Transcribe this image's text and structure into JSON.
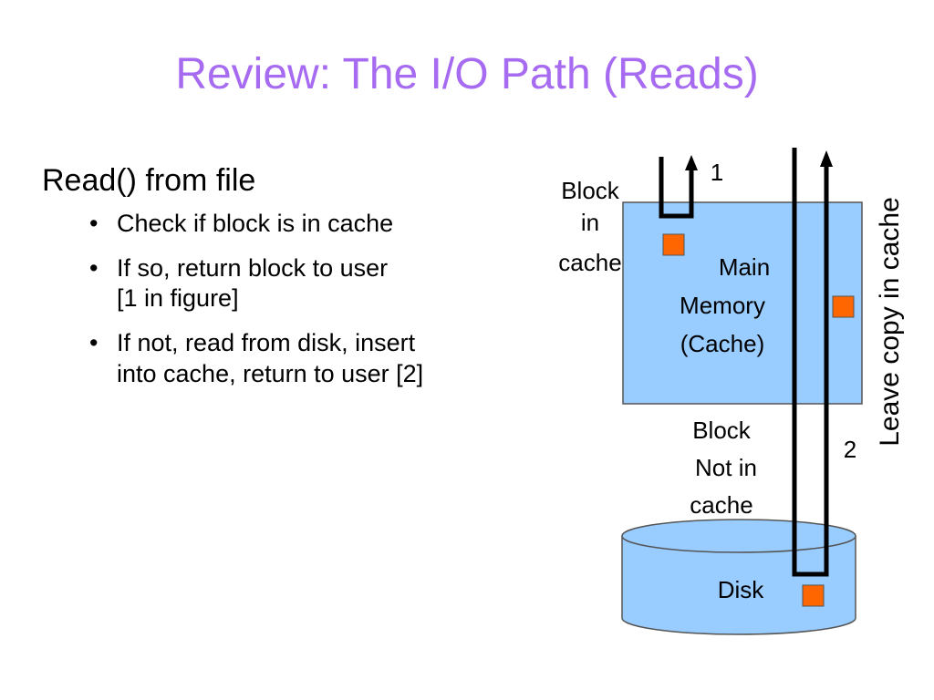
{
  "title": "Review: The I/O Path (Reads)",
  "bullets": {
    "heading": "Read() from file",
    "items": [
      {
        "lines": [
          "Check if block is in cache"
        ]
      },
      {
        "lines": [
          "If so, return block to user",
          "[1 in figure]"
        ]
      },
      {
        "lines": [
          "If not, read from disk, insert",
          "into cache, return to user [2]"
        ]
      }
    ],
    "bullet_glyph": "•"
  },
  "diagram": {
    "memory_label": [
      "Main",
      "Memory",
      "(Cache)"
    ],
    "disk_label": "Disk",
    "block_in_cache_label": [
      "Block",
      "in",
      "cache"
    ],
    "block_not_in_cache_label": [
      "Block",
      "Not in",
      "cache"
    ],
    "path1_label": "1",
    "path2_label": "2",
    "leave_copy_label": "Leave copy in cache",
    "colors": {
      "memory_fill": "#99ccff",
      "disk_fill": "#99ccff",
      "block_fill": "#ff6600",
      "title_color": "#a66bf0"
    }
  }
}
